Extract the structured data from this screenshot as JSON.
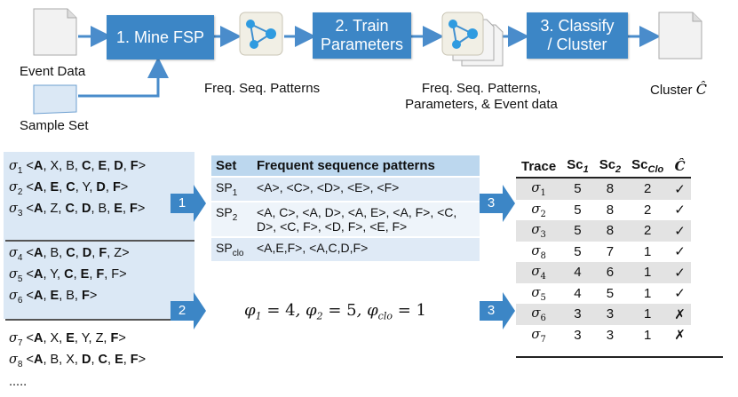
{
  "pipeline": {
    "step1": "1. Mine FSP",
    "step2_l1": "2. Train",
    "step2_l2": "Parameters",
    "step3_l1": "3. Classify",
    "step3_l2": "/ Cluster",
    "event_data": "Event Data",
    "sample_set": "Sample Set",
    "fsp_label": "Freq. Seq. Patterns",
    "params_l1": "Freq. Seq. Patterns,",
    "params_l2": "Parameters, & Event data",
    "cluster_label": "Cluster"
  },
  "sample_traces": [
    {
      "sigma": "σ",
      "sub": "1",
      "seq": "<<b>A</b>, X, B, <b>C</b>, <b>E</b>, <b>D</b>, <b>F</b>>"
    },
    {
      "sigma": "σ",
      "sub": "2",
      "seq": "<<b>A</b>, <b>E</b>, <b>C</b>, Y, <b>D</b>, <b>F</b>>"
    },
    {
      "sigma": "σ",
      "sub": "3",
      "seq": "<<b>A</b>, Z, <b>C</b>, <b>D</b>, B, <b>E</b>, <b>F</b>>"
    },
    {
      "sigma": "σ",
      "sub": "4",
      "seq": "<<b>A</b>, B, <b>C</b>, <b>D</b>, <b>F</b>, Z>"
    },
    {
      "sigma": "σ",
      "sub": "5",
      "seq": "<<b>A</b>, Y, <b>C</b>, <b>E</b>, <b>F</b>, F>"
    },
    {
      "sigma": "σ",
      "sub": "6",
      "seq": "<<b>A</b>, <b>E</b>, B, <b>F</b>>"
    }
  ],
  "other_traces": [
    {
      "sigma": "σ",
      "sub": "7",
      "seq": "<<b>A</b>, X, <b>E</b>, Y,  Z, <b>F</b>>"
    },
    {
      "sigma": "σ",
      "sub": "8",
      "seq": "<<b>A</b>, B, X, <b>D</b>, <b>C</b>, <b>E</b>, <b>F</b>>"
    }
  ],
  "ellipsis": ".....",
  "step_numbers": {
    "one": "1",
    "two": "2",
    "three": "3"
  },
  "patterns_table": {
    "header_set": "Set",
    "header_patterns": "Frequent sequence patterns",
    "rows": [
      {
        "set": "SP",
        "sub": "1",
        "patterns": "<A>, <C>, <D>, <E>, <F>"
      },
      {
        "set": "SP",
        "sub": "2",
        "patterns": "<A, C>, <A, D>, <A, E>, <A, F>, <C, D>, <C, F>, <D, F>, <E, F>"
      },
      {
        "set": "SP",
        "sub": "clo",
        "patterns": "<A,E,F>, <A,C,D,F>"
      }
    ]
  },
  "formula": {
    "phi1": "4",
    "phi2": "5",
    "phiclo": "1"
  },
  "result_table": {
    "h_trace": "Trace",
    "h_sc": "Sc",
    "sub1": "1",
    "sub2": "2",
    "subclo": "Clo",
    "rows": [
      {
        "sub": "1",
        "sc1": "5",
        "sc2": "8",
        "scclo": "2",
        "c": "✓"
      },
      {
        "sub": "2",
        "sc1": "5",
        "sc2": "8",
        "scclo": "2",
        "c": "✓"
      },
      {
        "sub": "3",
        "sc1": "5",
        "sc2": "8",
        "scclo": "2",
        "c": "✓"
      },
      {
        "sub": "8",
        "sc1": "5",
        "sc2": "7",
        "scclo": "1",
        "c": "✓"
      },
      {
        "sub": "4",
        "sc1": "4",
        "sc2": "6",
        "scclo": "1",
        "c": "✓"
      },
      {
        "sub": "5",
        "sc1": "4",
        "sc2": "5",
        "scclo": "1",
        "c": "✓"
      },
      {
        "sub": "6",
        "sc1": "3",
        "sc2": "3",
        "scclo": "1",
        "c": "✗"
      },
      {
        "sub": "7",
        "sc1": "3",
        "sc2": "3",
        "scclo": "1",
        "c": "✗"
      }
    ]
  },
  "colors": {
    "step_blue": "#3c86c6",
    "panel_blue": "#dbe8f5"
  }
}
